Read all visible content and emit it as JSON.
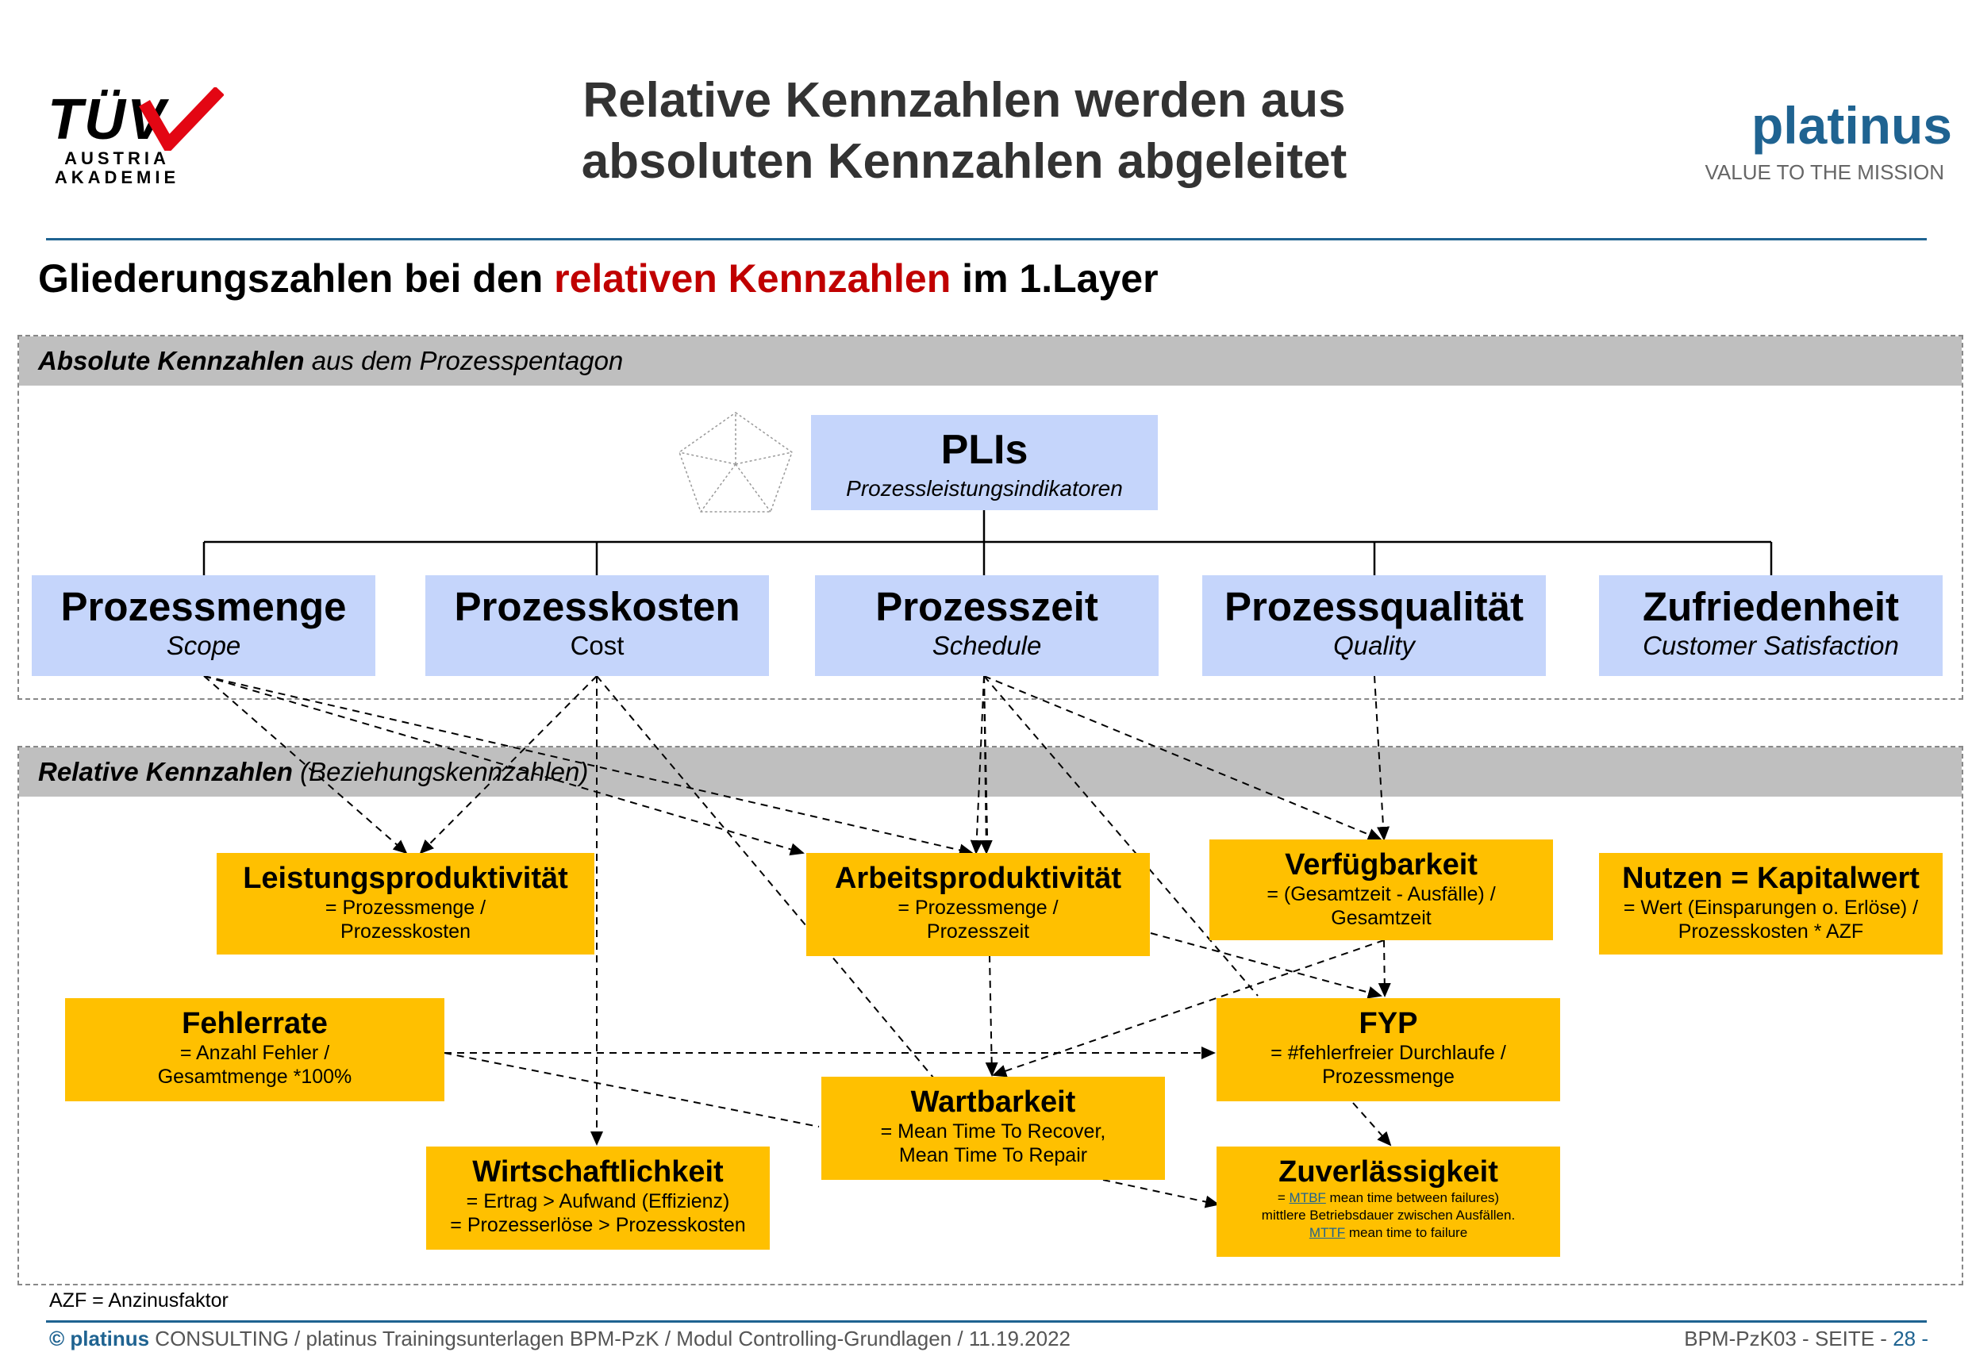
{
  "header": {
    "tuv_brand": "TÜV",
    "tuv_line1": "AUSTRIA",
    "tuv_line2": "AKADEMIE",
    "title_line1": "Relative Kennzahlen werden aus",
    "title_line2": "absoluten Kennzahlen abgeleitet",
    "company": "platinus",
    "tagline": "VALUE TO THE MISSION"
  },
  "subtitle": {
    "part1": "Gliederungszahlen bei den ",
    "highlight": "relativen Kennzahlen",
    "part2": " im 1.Layer"
  },
  "absolute_section": {
    "title_bold": "Absolute Kennzahlen",
    "title_rest": " aus dem Prozesspentagon"
  },
  "plis": {
    "title": "PLIs",
    "subtitle": "Prozessleistungsindikatoren"
  },
  "absolute_boxes": [
    {
      "title": "Prozessmenge",
      "subtitle": "Scope"
    },
    {
      "title": "Prozesskosten",
      "subtitle": "Cost"
    },
    {
      "title": "Prozesszeit",
      "subtitle": "Schedule"
    },
    {
      "title": "Prozessqualität",
      "subtitle": "Quality"
    },
    {
      "title": "Zufriedenheit",
      "subtitle": "Customer Satisfaction"
    }
  ],
  "relative_section": {
    "title_bold": "Relative Kennzahlen",
    "title_rest": " (Beziehungskennzahlen)"
  },
  "relative_boxes": {
    "leistung": {
      "title": "Leistungsproduktivität",
      "line1": "= Prozessmenge /",
      "line2": "Prozesskosten"
    },
    "arbeit": {
      "title": "Arbeitsproduktivität",
      "line1": "= Prozessmenge /",
      "line2": "Prozesszeit"
    },
    "verfueg": {
      "title": "Verfügbarkeit",
      "line1": "= (Gesamtzeit - Ausfälle) /",
      "line2": "Gesamtzeit"
    },
    "nutzen": {
      "title": "Nutzen = Kapitalwert",
      "line1": "= Wert (Einsparungen o. Erlöse) /",
      "line2": "Prozesskosten * AZF"
    },
    "fehler": {
      "title": "Fehlerrate",
      "line1": "= Anzahl Fehler  /",
      "line2": "Gesamtmenge *100%"
    },
    "fyp": {
      "title": "FYP",
      "line1": "= #fehlerfreier Durchlaufe /",
      "line2": "Prozessmenge"
    },
    "wartbar": {
      "title": "Wartbarkeit",
      "line1": "= Mean Time To Recover,",
      "line2": "Mean Time To Repair"
    },
    "wirtschaft": {
      "title": "Wirtschaftlichkeit",
      "line1": "= Ertrag > Aufwand (Effizienz)",
      "line2": "= Prozesserlöse > Prozesskosten"
    },
    "zuverl": {
      "title": "Zuverlässigkeit",
      "line1_prefix": "= ",
      "line1_link": "MTBF",
      "line1_rest": "  mean time between failures)",
      "line2": "mittlere Betriebsdauer zwischen Ausfällen.",
      "line3_link": "MTTF",
      "line3_rest": "  mean time to failure"
    }
  },
  "azf_note": "AZF = Anzinusfaktor",
  "footer": {
    "copyright": "© ",
    "brand": "platinus",
    "text": " CONSULTING / platinus Trainingsunterlagen BPM-PzK  /  Modul Controlling-Grundlagen  / 11.19.2022",
    "right_prefix": "BPM-PzK03  - SEITE - ",
    "page": "28 -"
  },
  "colors": {
    "brand_blue": "#1f6391",
    "accent_red": "#c00000",
    "tuv_red": "#e30613",
    "box_blue": "#c5d5fb",
    "box_yellow": "#ffc000",
    "bar_gray": "#bfbfbf"
  }
}
